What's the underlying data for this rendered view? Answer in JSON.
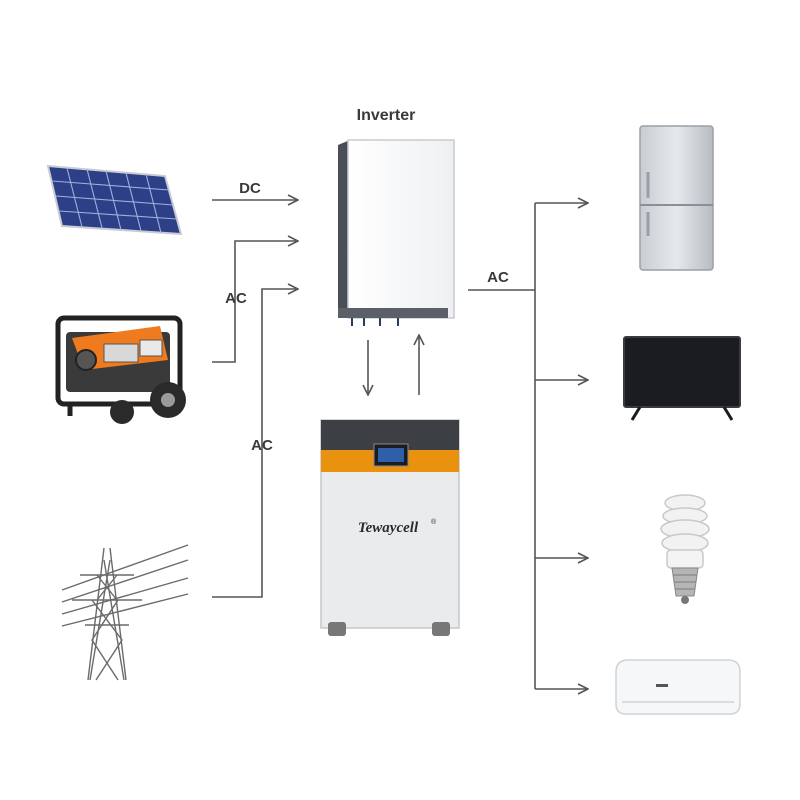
{
  "labels": {
    "inverter_title": "Inverter",
    "dc": "DC",
    "ac_generator": "AC",
    "ac_grid": "AC",
    "ac_output": "AC"
  },
  "battery": {
    "brand": "Tewaycell",
    "trademark": "®"
  },
  "colors": {
    "line": "#555555",
    "battery_accent": "#e8920f",
    "generator_orange": "#f07a1e"
  },
  "icons": {
    "sources": [
      "solar-panel-icon",
      "generator-icon",
      "power-grid-tower-icon"
    ],
    "center": [
      "inverter-icon",
      "battery-icon"
    ],
    "loads": [
      "refrigerator-icon",
      "television-icon",
      "light-bulb-icon",
      "air-conditioner-icon"
    ]
  }
}
